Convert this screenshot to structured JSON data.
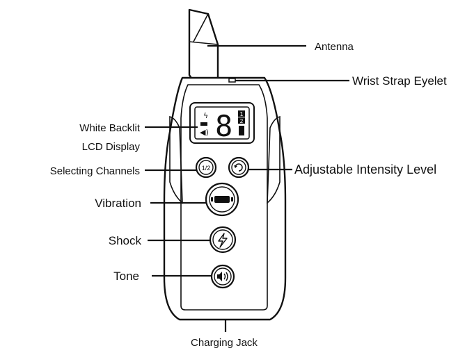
{
  "labels": {
    "antenna": "Antenna",
    "wrist_strap": "Wrist Strap Eyelet",
    "lcd_line1": "White Backlit",
    "lcd_line2": "LCD Display",
    "channels": "Selecting Channels",
    "intensity": "Adjustable Intensity Level",
    "vibration": "Vibration",
    "shock": "Shock",
    "tone": "Tone",
    "charging": "Charging Jack"
  },
  "lcd": {
    "digit": "8",
    "channel_1": "1",
    "channel_2": "2"
  },
  "buttons": {
    "channel_label": "1/2"
  }
}
